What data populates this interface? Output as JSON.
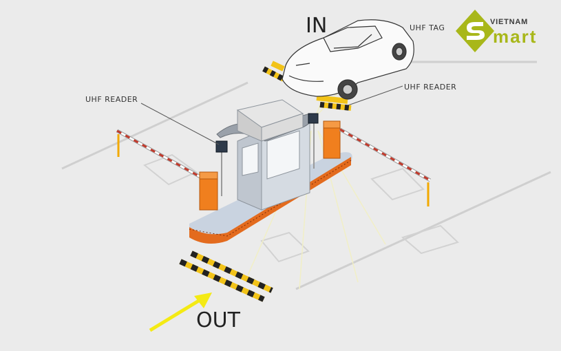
{
  "labels": {
    "in": "IN",
    "out": "OUT",
    "uhf_tag": "UHF TAG",
    "uhf_reader_left": "UHF READER",
    "uhf_reader_right": "UHF READER"
  },
  "brand": {
    "top": "VIETNAM",
    "bottom": "mart",
    "accent_color": "#a8b71a"
  },
  "colors": {
    "background": "#ebebeb",
    "barrier_orange": "#f07f1e",
    "stripe_red": "#c0392b",
    "bump_yellow": "#f2c318",
    "arrow_yellow": "#f4ea14"
  },
  "icons": [
    "car-illustration",
    "toll-booth",
    "barrier-gate",
    "speed-bump",
    "entry-arrow"
  ]
}
